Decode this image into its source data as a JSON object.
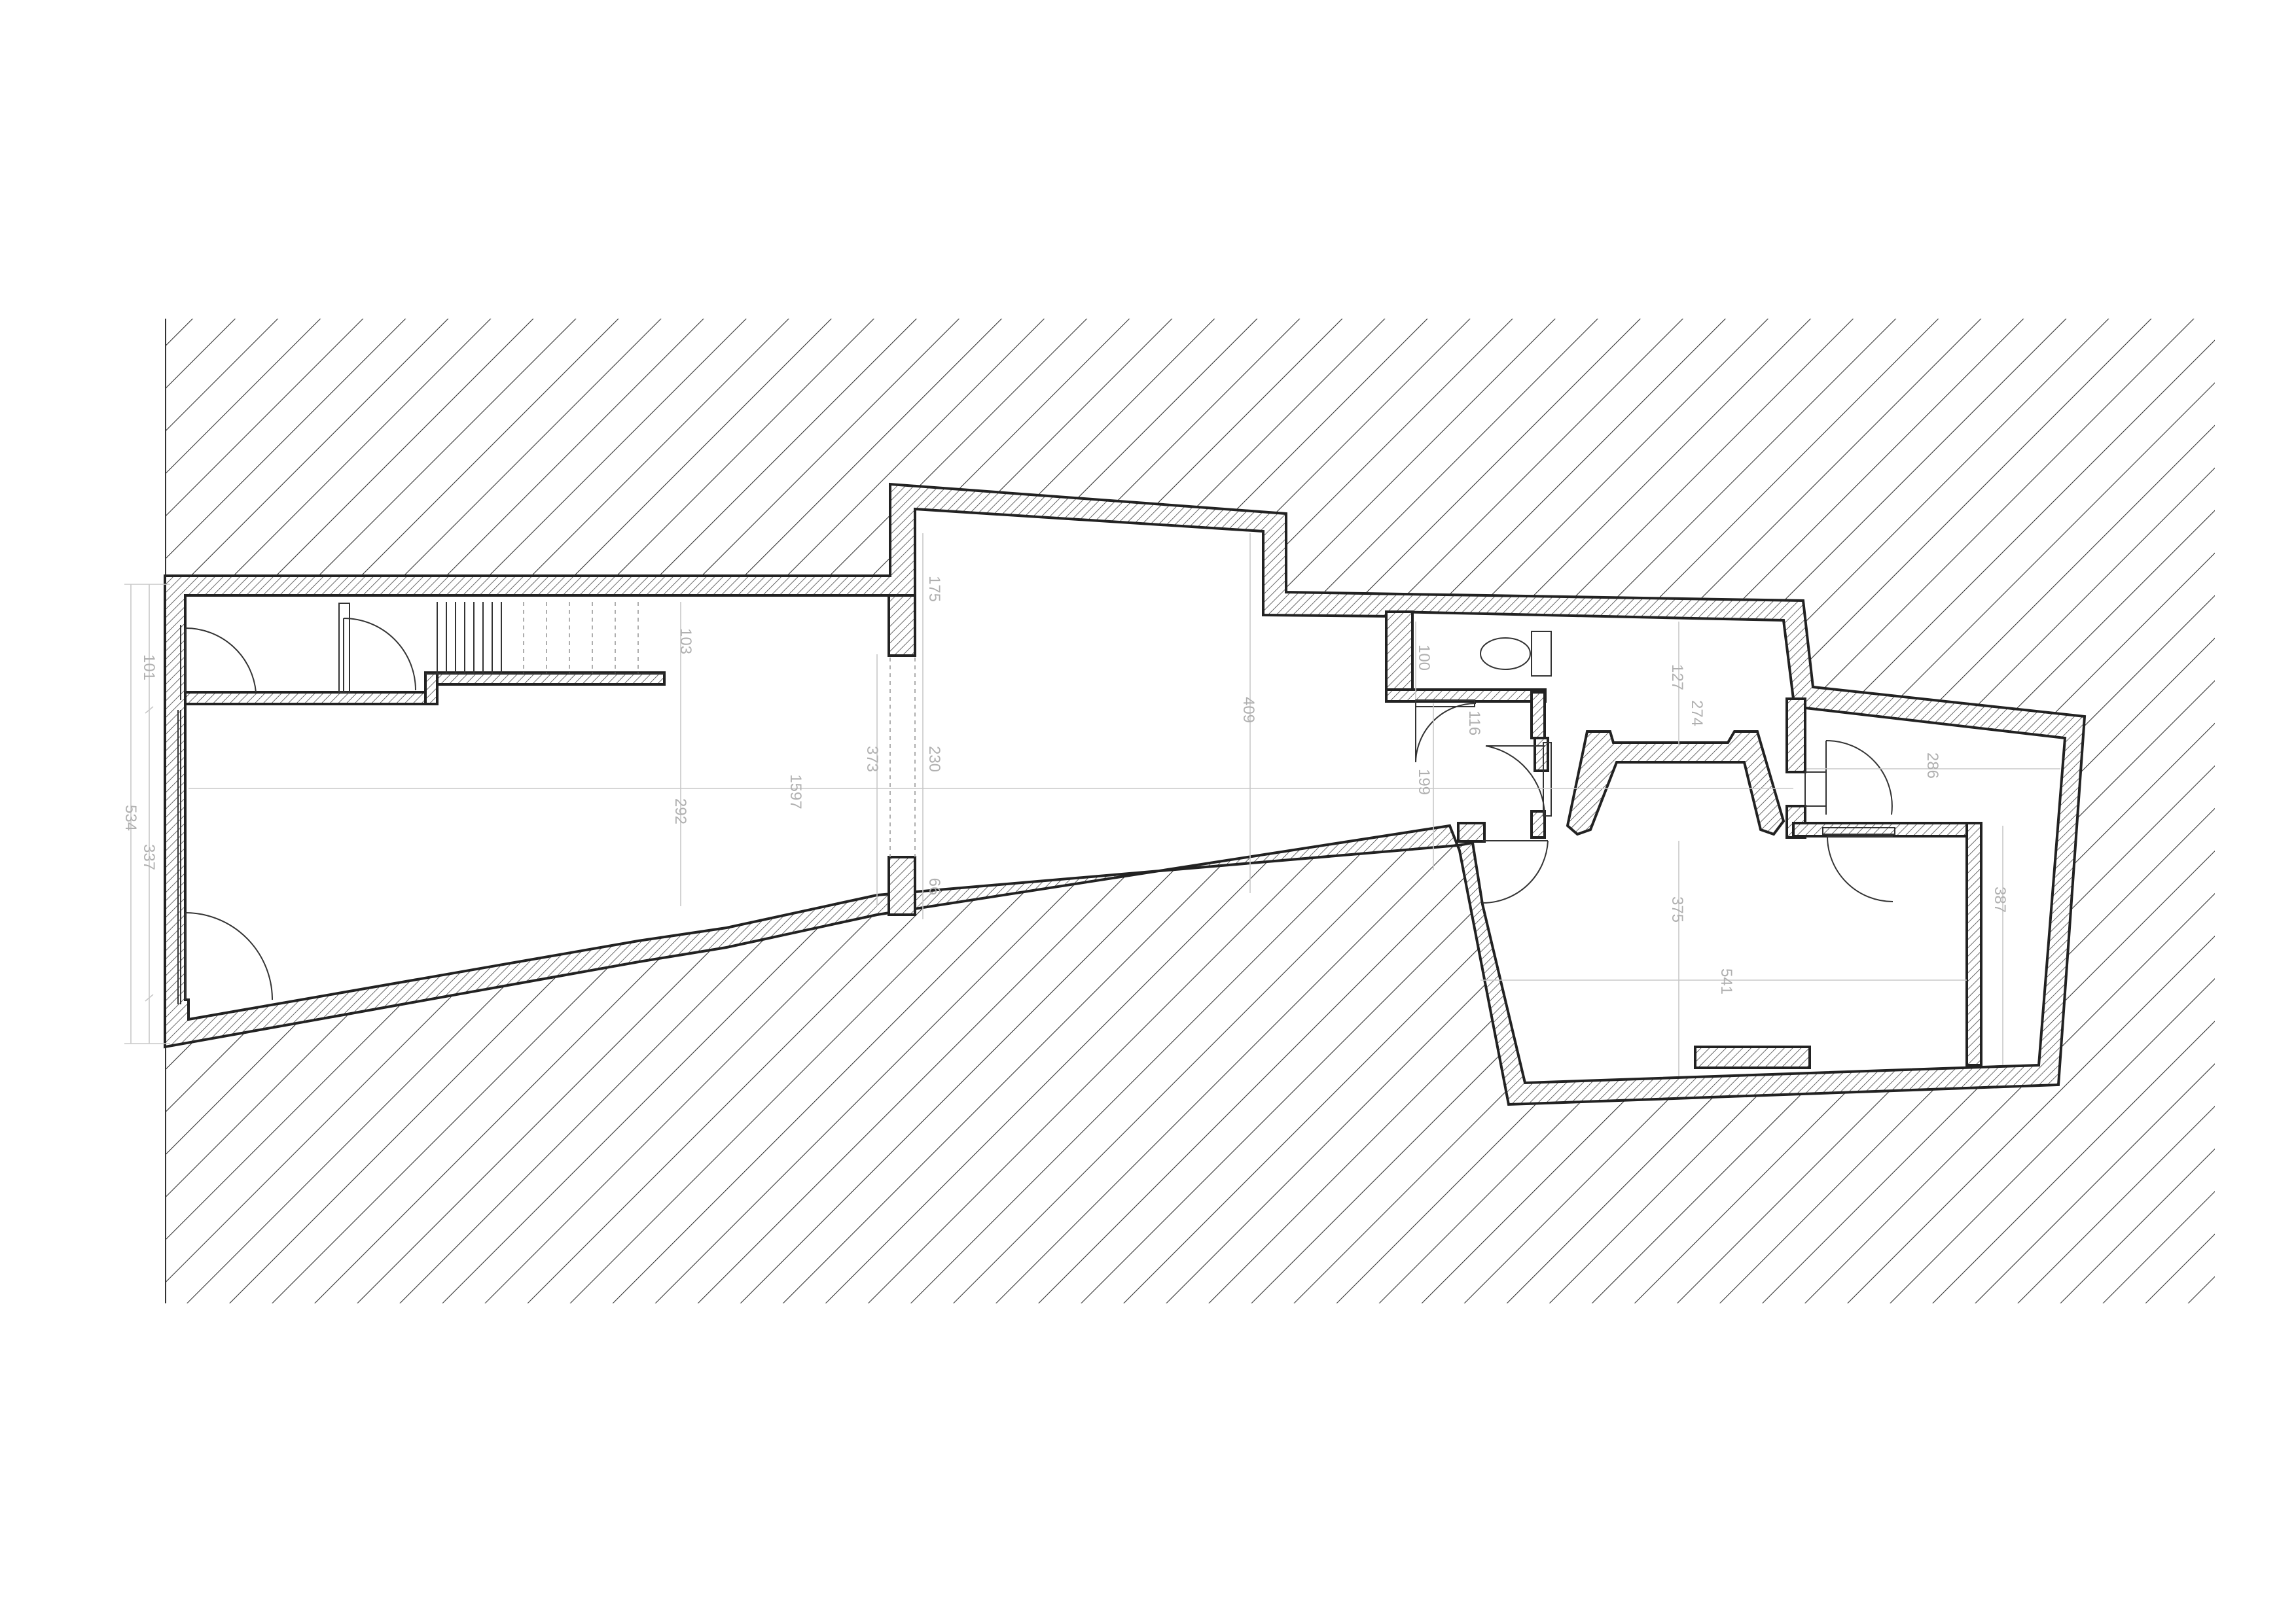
{
  "dimensions": {
    "d101": "101",
    "d534": "534",
    "d337": "337",
    "d103": "103",
    "d292": "292",
    "d1597": "1597",
    "d373": "373",
    "d230": "230",
    "d66": "66",
    "d175": "175",
    "d409": "409",
    "d100": "100",
    "d116": "116",
    "d199": "199",
    "d127": "127",
    "d274": "274",
    "d375": "375",
    "d541": "541",
    "d286": "286",
    "d387": "387"
  },
  "colors": {
    "wall_stroke": "#222222",
    "hatch": "#333333",
    "dimension_text": "#b0b0b0",
    "background": "#ffffff"
  }
}
